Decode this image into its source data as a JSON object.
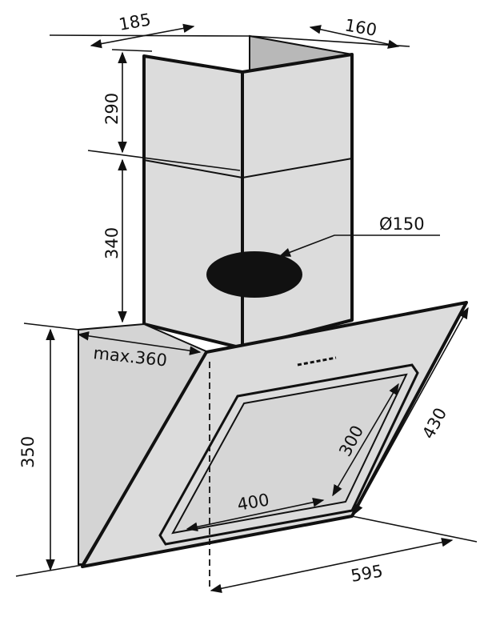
{
  "dimensions": {
    "chimney_width": "185",
    "chimney_depth": "160",
    "upper_chimney_height": "290",
    "lower_chimney_height": "340",
    "duct_diameter": "Ø150",
    "max_depth": "max.360",
    "hood_height": "350",
    "glass_height": "430",
    "filter_height": "300",
    "filter_width": "400",
    "hood_width": "595"
  },
  "colors": {
    "body_fill": "#dcdcdc",
    "outline": "#111111",
    "outlet_fill": "#111111"
  }
}
